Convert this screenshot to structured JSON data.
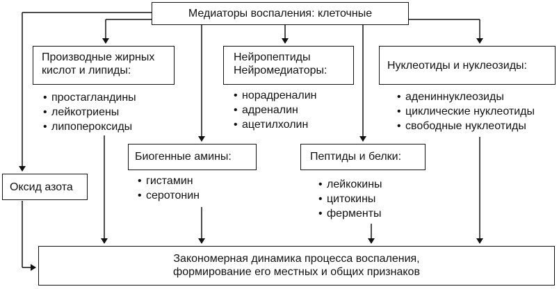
{
  "top": "Медиаторы воспаления: клеточные",
  "fatty": {
    "line1": "Производные жирных",
    "line2": "кислот и липиды:",
    "items": [
      "простагландины",
      "лейкотриены",
      "липопероксиды"
    ]
  },
  "neuro": {
    "line1": "Нейропептиды",
    "line2": "Нейромедиаторы:",
    "items": [
      "норадреналин",
      "адреналин",
      "ацетилхолин"
    ]
  },
  "nucleo": {
    "title": "Нуклеотиды и нуклеозиды:",
    "items": [
      "адениннуклеозиды",
      "циклические нуклеотиды",
      "свободные нуклеотиды"
    ]
  },
  "amines": {
    "title": "Биогенные амины:",
    "items": [
      "гистамин",
      "серотонин"
    ]
  },
  "peptides": {
    "title": "Пептиды и белки:",
    "items": [
      "лейкокины",
      "цитокины",
      "ферменты"
    ]
  },
  "no": "Оксид азота",
  "bottom": {
    "line1": "Закономерная динамика процесса воспаления,",
    "line2": "формирование его местных и общих признаков"
  }
}
